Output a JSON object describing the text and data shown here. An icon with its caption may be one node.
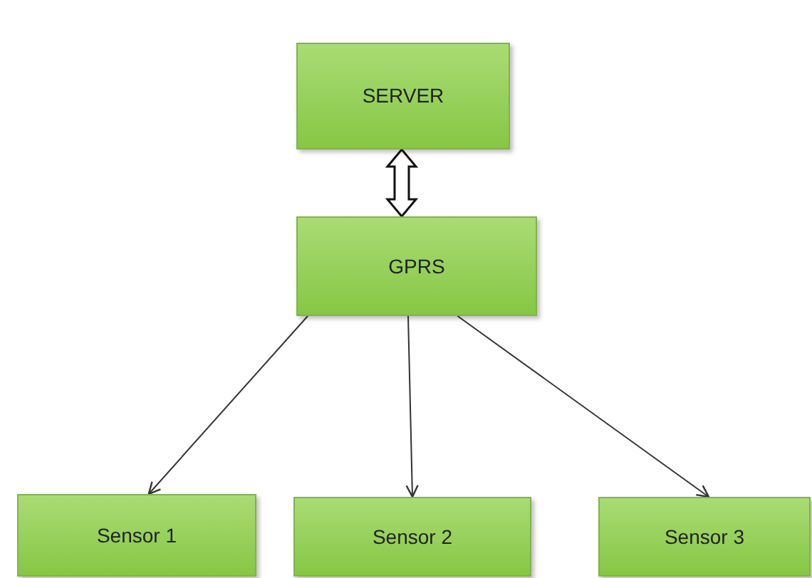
{
  "diagram": {
    "nodes": [
      {
        "text": [
          "SERVER"
        ]
      },
      {
        "text": [
          "GPRS"
        ]
      },
      {
        "text": [
          "Sensor 1"
        ]
      },
      {
        "text": [
          "Sensor 2"
        ]
      },
      {
        "text": [
          "Sensor 3"
        ]
      }
    ],
    "edges": [
      {
        "from": 0,
        "to": 1,
        "arrow": "both",
        "style": "thick"
      },
      {
        "from": 1,
        "to": 2,
        "arrow": "to"
      },
      {
        "from": 1,
        "to": 3,
        "arrow": "to"
      },
      {
        "from": 1,
        "to": 4,
        "arrow": "to"
      }
    ]
  }
}
